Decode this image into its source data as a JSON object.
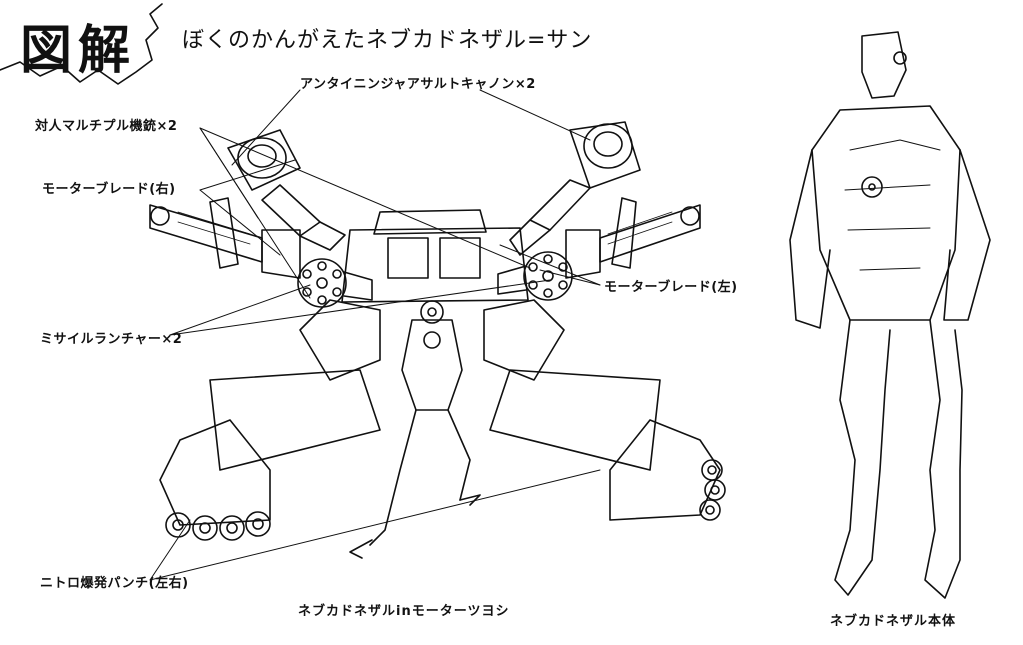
{
  "title": {
    "main": "図解",
    "sub": "ぼくのかんがえたネブカドネザル=サン"
  },
  "labels": {
    "cannon": "アンタイニンジャアサルトキャノン×2",
    "machine_gun": "対人マルチプル機銃×2",
    "blade_right": "モーターブレード(右)",
    "blade_left": "モーターブレード(左)",
    "missile": "ミサイルランチャー×2",
    "punch": "ニトロ爆発パンチ(左右)"
  },
  "captions": {
    "mech": "ネブカドネザルinモーターツヨシ",
    "body": "ネブカドネザル本体"
  },
  "colors": {
    "ink": "#111111",
    "paper": "#ffffff"
  }
}
